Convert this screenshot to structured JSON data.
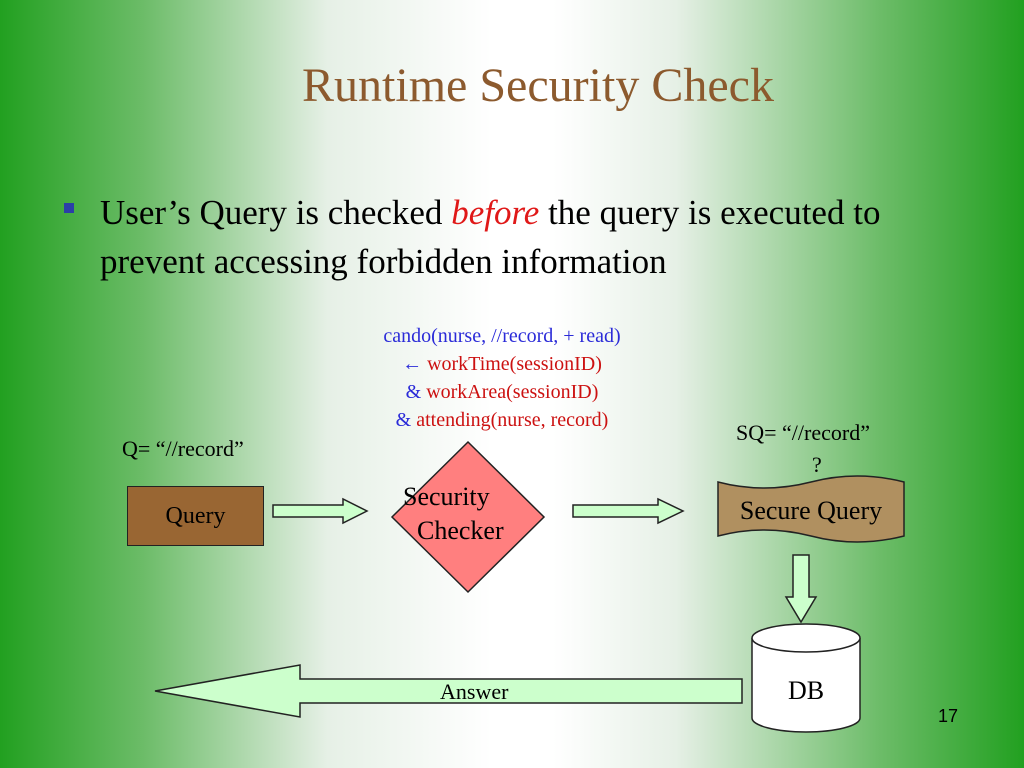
{
  "slide": {
    "title": "Runtime Security Check",
    "page_number": "17",
    "bullet": {
      "text_before": "User’s Query is checked ",
      "emphasis": "before",
      "text_after": " the query is executed to prevent accessing forbidden information"
    }
  },
  "rule": {
    "head": "cando(nurse, //record, + read)",
    "line2_op": "← ",
    "line2_cond": "workTime(sessionID)",
    "line3_op": "& ",
    "line3_cond": "workArea(sessionID)",
    "line4_op": "& ",
    "line4_cond": "attending(nurse, record)"
  },
  "diagram": {
    "query_label": "Q= “//record”",
    "query_box": "Query",
    "checker_line1": "Security",
    "checker_line2": "Checker",
    "secure_query_label": "SQ= “//record”",
    "secure_query_unknown": "?",
    "secure_query_box": "Secure Query",
    "db": "DB",
    "answer": "Answer"
  },
  "colors": {
    "title": "#8c5a2e",
    "query_box": "#996633",
    "checker": "#ff7f7f",
    "secure_query": "#b09060",
    "arrow_fill": "#ccffcc",
    "db_fill": "#ffffff",
    "bullet": "#2b3fa8",
    "rule_operator": "#2b2bd8",
    "rule_condition": "#cc1111",
    "emphasis": "#e01818"
  }
}
